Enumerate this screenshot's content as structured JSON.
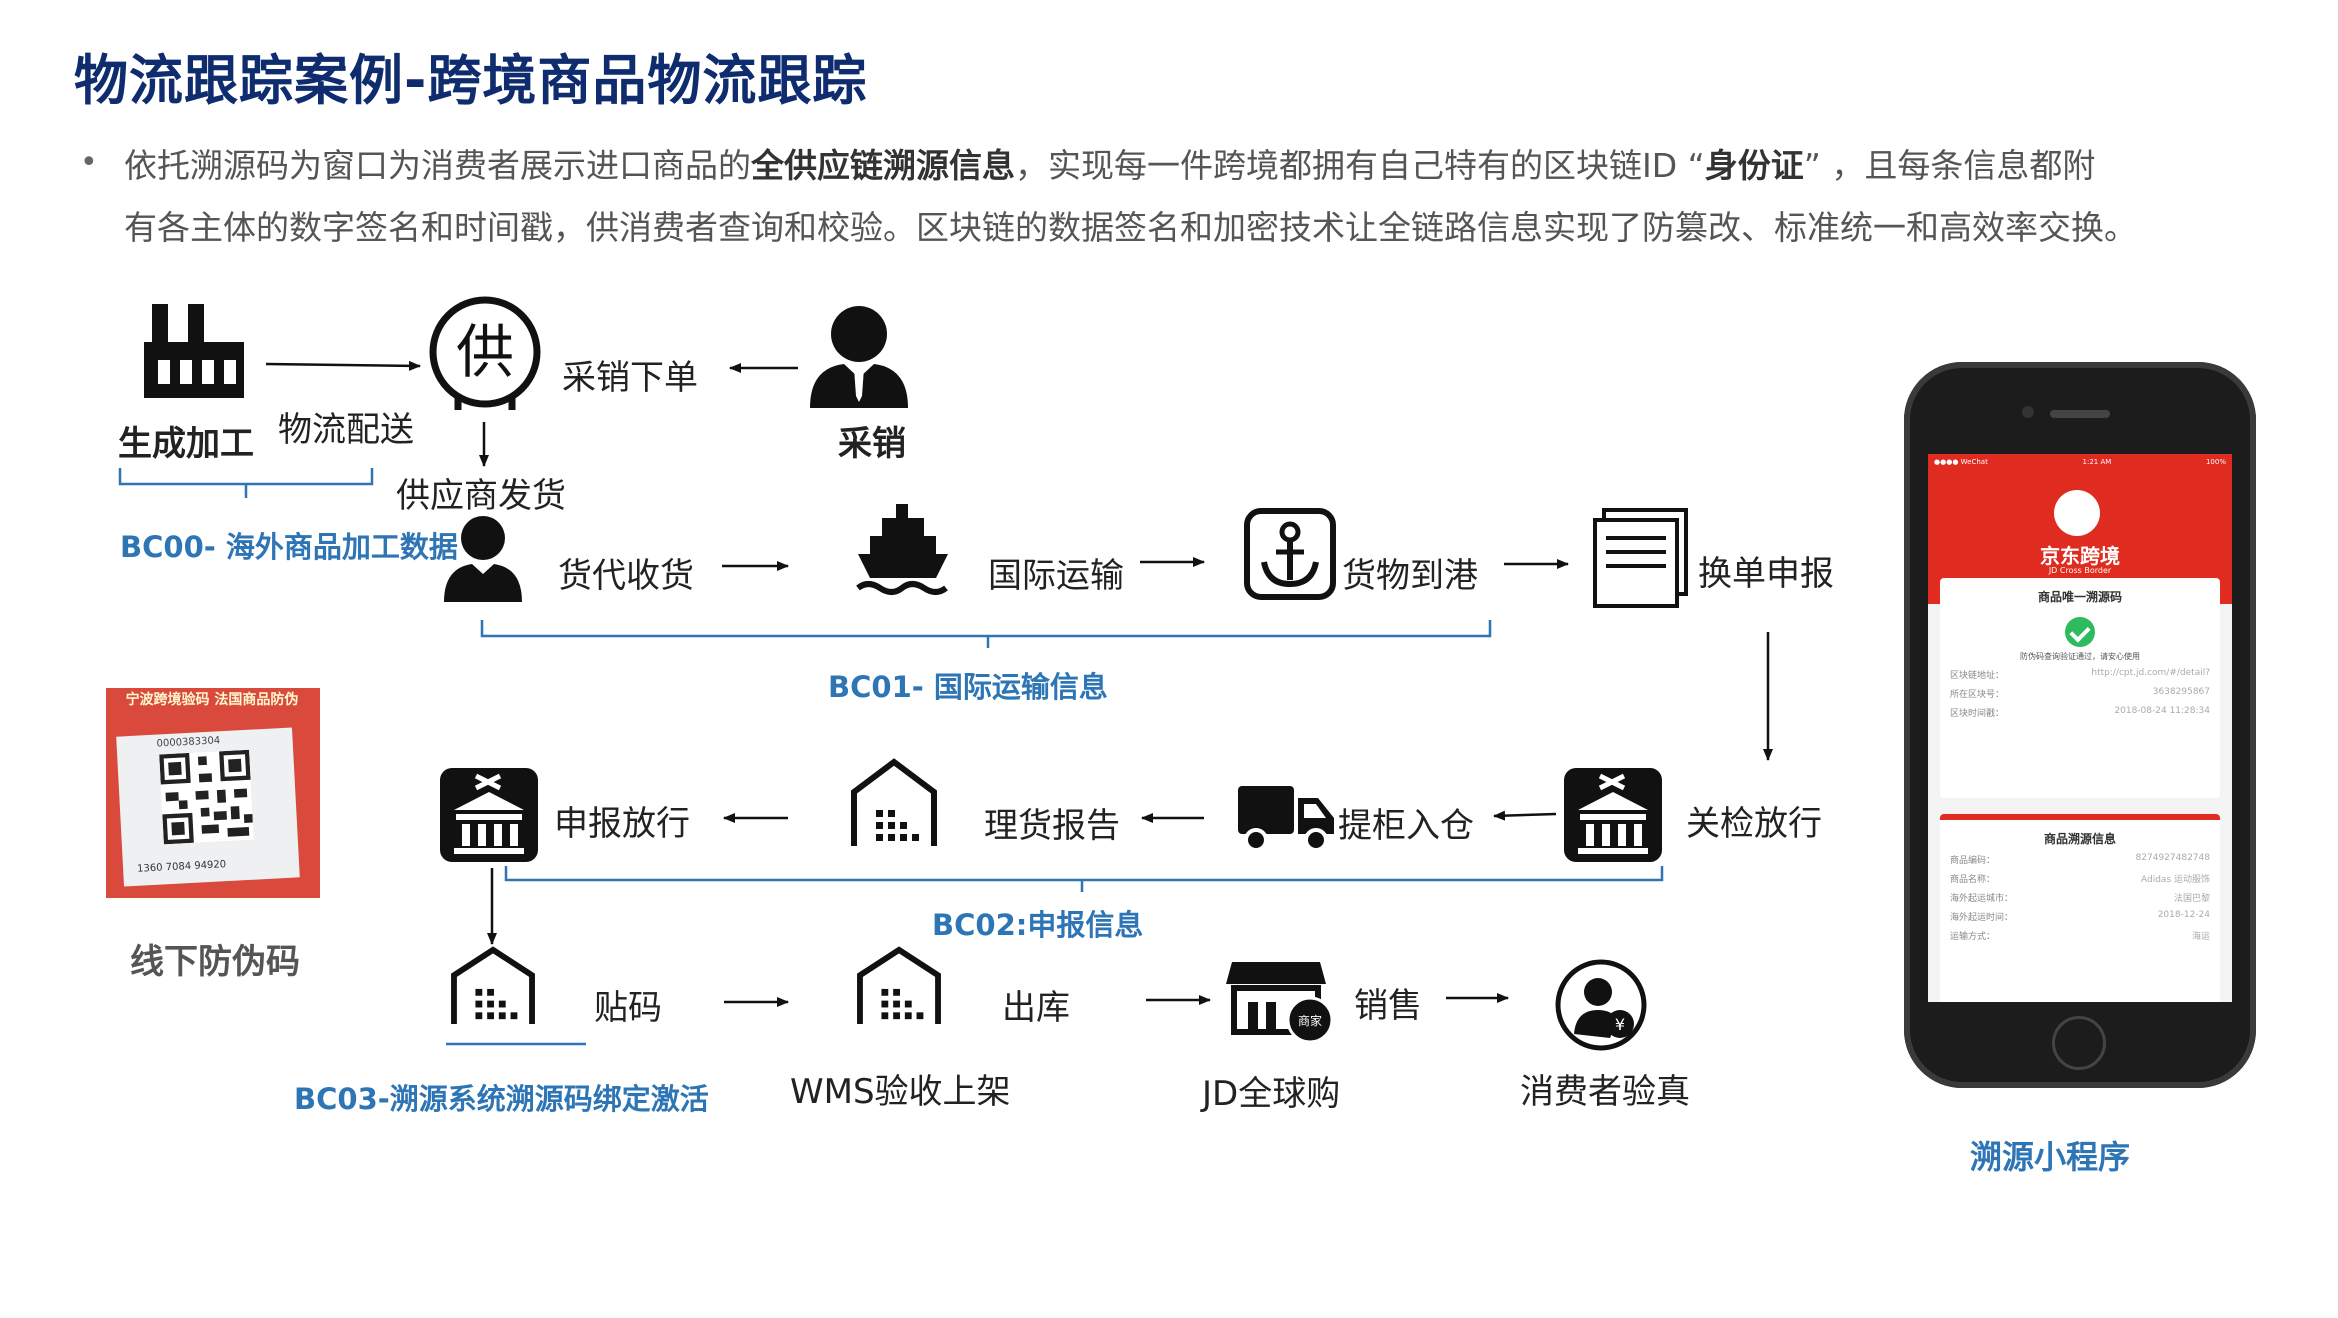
{
  "title": "物流跟踪案例-跨境商品物流跟踪",
  "intro": {
    "bullet": "•",
    "line1_a": "依托溯源码为窗口为消费者展示进口商品的",
    "line1_bold": "全供应链溯源信息",
    "line1_b": "，实现每一件跨境都拥有自己特有的区块链ID “",
    "line1_bold2": "身份证",
    "line1_c": "” ，且每条信息都附",
    "line2": "有各主体的数字签名和时间戳，供消费者查询和校验。区块链的数据签名和加密技术让全链路信息实现了防篡改、标准统一和高效率交换。"
  },
  "nodes": {
    "production": "生成加工",
    "logistics_delivery": "物流配送",
    "purchase_order": "采销下单",
    "purchase": "采销",
    "supplier_ship": "供应商发货",
    "forwarder_receive": "货代收货",
    "intl_transport": "国际运输",
    "arrive_port": "货物到港",
    "declare_docs": "换单申报",
    "customs_release": "关检放行",
    "pickup_warehouse": "提柜入仓",
    "tally_report": "理货报告",
    "declare_release": "申报放行",
    "label_code": "贴码",
    "outbound": "出库",
    "sales": "销售",
    "wms": "WMS验收上架",
    "jd_global": "JD全球购",
    "consumer_verify": "消费者验真",
    "offline_anticounterfeit": "线下防伪码",
    "mini_program": "溯源小程序"
  },
  "blockchain_stages": {
    "bc00": "BC00- 海外商品加工数据",
    "bc01": "BC01- 国际运输信息",
    "bc02": "BC02:申报信息",
    "bc03": "BC03-溯源系统溯源码绑定激活"
  },
  "icons": {
    "supplier_char": "供",
    "merchant_badge": "商家",
    "consumer_badge": "¥"
  },
  "qr_label": {
    "top": "宁波跨境验码 法国商品防伪",
    "number": "0000383304",
    "phone": "1360 7084 94920"
  },
  "phone_screen": {
    "status_left": "●●●● WeChat",
    "status_mid": "1:21 AM",
    "status_right": "100%",
    "brand": "京东跨境",
    "brand_sub": "JD Cross Border",
    "card1_title": "商品唯一溯源码",
    "card1_ok": "防伪码查询验证通过，请安心使用",
    "card1_rows": [
      {
        "k": "区块链地址：",
        "v": "http://cpt.jd.com/#/detail?"
      },
      {
        "k": "所在区块号：",
        "v": "3638295867"
      },
      {
        "k": "区块时间戳：",
        "v": "2018-08-24 11:28:34"
      }
    ],
    "card2_title": "商品溯源信息",
    "card2_rows": [
      {
        "k": "商品编码：",
        "v": "8274927482748"
      },
      {
        "k": "商品名称：",
        "v": "Adidas 运动服饰"
      },
      {
        "k": "海外起运城市：",
        "v": "法国巴黎"
      },
      {
        "k": "海外起运时间：",
        "v": "2018-12-24"
      },
      {
        "k": "运输方式：",
        "v": "海运"
      }
    ]
  },
  "colors": {
    "title": "#0f2c6e",
    "blockchain_label": "#2e75b6",
    "bracket": "#2e75b6",
    "icon": "#1a1a1a",
    "phone_red": "#e02b20"
  }
}
